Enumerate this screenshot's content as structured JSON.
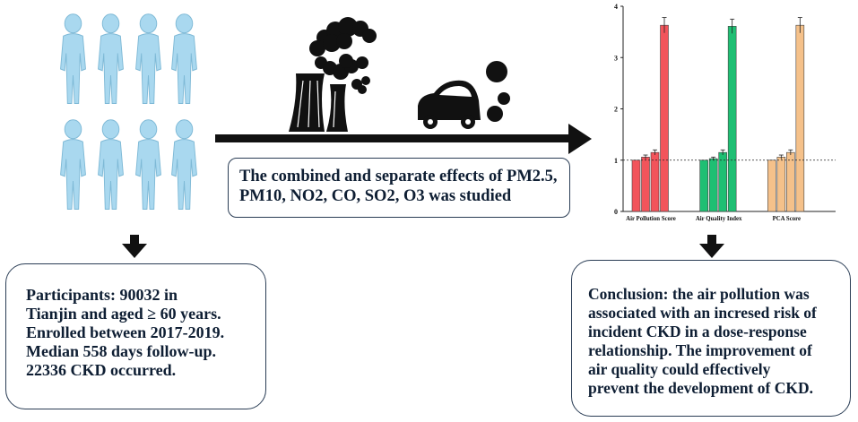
{
  "participants_box": {
    "lines": [
      "Participants: 90032  in",
      "Tianjin and aged ≥ 60 years.",
      "Enrolled between 2017-2019.",
      "Median 558 days follow-up.",
      "22336 CKD occurred."
    ]
  },
  "pollutants_box": {
    "lines": [
      "The combined and separate effects of PM2.5,",
      "PM10, NO2, CO, SO2, O3 was studied"
    ]
  },
  "conclusion_box": {
    "lines": [
      "Conclusion: the air pollution was",
      "associated with an incresed risk of",
      "incident  CKD in a dose-response",
      "relationship. The improvement of",
      "air quality could  effectively",
      "prevent the development of CKD."
    ]
  },
  "icons": {
    "people": "human-silhouette-icon",
    "factory": "factory-smokestack-icon",
    "car": "car-exhaust-icon"
  },
  "colors": {
    "people_fill": "#a9d8ef",
    "score_red": "#f2545b",
    "index_green": "#1fbf73",
    "pca_orange": "#f5c18a",
    "arrow": "#111111"
  },
  "chart_data": {
    "type": "bar",
    "categories": [
      "Air Pollution Score",
      "Air Quality Index",
      "PCA Score"
    ],
    "series": [
      {
        "values": [
          1.0,
          1.0,
          1.0
        ],
        "errors": [
          0,
          0,
          0
        ]
      },
      {
        "values": [
          1.06,
          1.03,
          1.06
        ],
        "errors": [
          0.04,
          0.03,
          0.04
        ]
      },
      {
        "values": [
          1.15,
          1.15,
          1.15
        ],
        "errors": [
          0.05,
          0.05,
          0.05
        ]
      },
      {
        "values": [
          3.63,
          3.61,
          3.63
        ],
        "errors": [
          0.15,
          0.14,
          0.15
        ]
      }
    ],
    "group_colors": [
      "#f2545b",
      "#1fbf73",
      "#f5c18a"
    ],
    "ylim": [
      0,
      4
    ],
    "yticks": [
      "0",
      "1",
      "2",
      "3",
      "4"
    ],
    "reference_line": 1,
    "grid": false,
    "title": "",
    "xlabel": "",
    "ylabel": ""
  }
}
